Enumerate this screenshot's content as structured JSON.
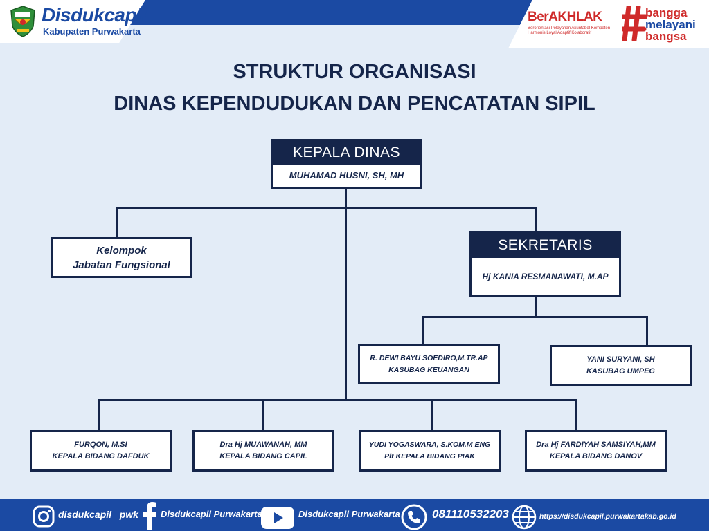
{
  "header": {
    "brand_name": "Disdukcapil",
    "brand_sub": "Kabupaten Purwakarta",
    "berakhlak": "BerAKHLAK",
    "berakhlak_sub": "Berorientasi Pelayanan Akuntabel Kompeten Harmonis Loyal Adaptif Kolaboratif",
    "bangga_1": "bangga",
    "bangga_2": "melayani",
    "bangga_3": "bangsa"
  },
  "title": {
    "line1": "STRUKTUR ORGANISASI",
    "line2": "DINAS KEPENDUDUKAN DAN PENCATATAN SIPIL"
  },
  "org": {
    "kepala": {
      "role": "KEPALA DINAS",
      "name": "MUHAMAD HUSNI, SH, MH"
    },
    "fungsional": {
      "line1": "Kelompok",
      "line2": "Jabatan Fungsional"
    },
    "sekretaris": {
      "role": "SEKRETARIS",
      "name": "Hj KANIA RESMANAWATI, M.AP"
    },
    "keuangan": {
      "name": "R. DEWI BAYU SOEDIRO,M.TR.AP",
      "role": "KASUBAG KEUANGAN"
    },
    "umpeg": {
      "name": "YANI SURYANI, SH",
      "role": "KASUBAG UMPEG"
    },
    "dafduk": {
      "name": "FURQON, M.SI",
      "role": "KEPALA BIDANG DAFDUK"
    },
    "capil": {
      "name": "Dra Hj MUAWANAH, MM",
      "role": "KEPALA BIDANG CAPIL"
    },
    "piak": {
      "name": "YUDI YOGASWARA, S.KOM,M ENG",
      "role": "Plt KEPALA BIDANG PIAK"
    },
    "danov": {
      "name": "Dra Hj FARDIYAH SAMSIYAH,MM",
      "role": "KEPALA BIDANG DANOV"
    }
  },
  "footer": {
    "instagram": "disdukcapil _pwk",
    "facebook": "Disdukcapil Purwakarta",
    "youtube": "Disdukcapil Purwakarta",
    "phone": "081110532203",
    "website": "https://disdukcapil.purwakartakab.go.id"
  },
  "colors": {
    "navy": "#15254a",
    "blue": "#1b4aa3",
    "red": "#cf2a2a",
    "background": "#e3ecf7"
  }
}
